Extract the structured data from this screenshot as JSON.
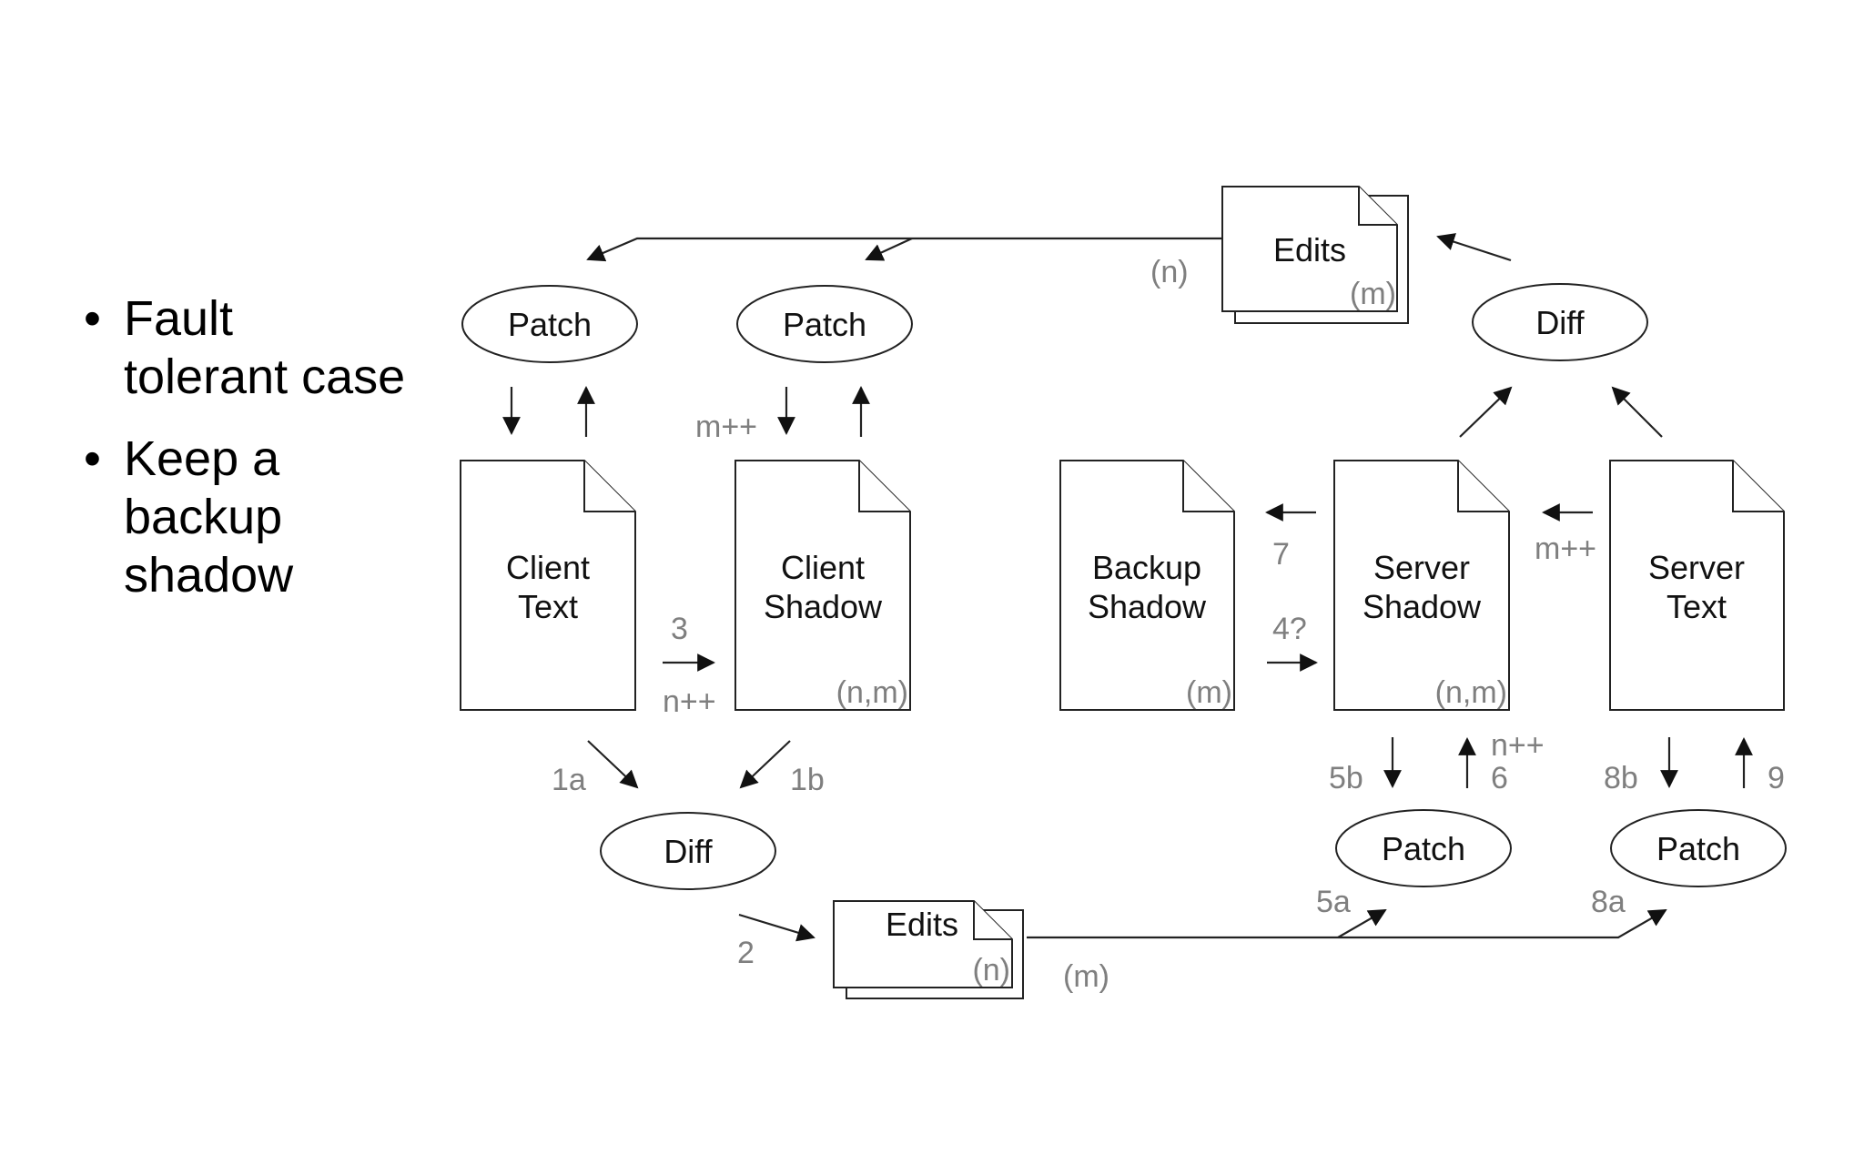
{
  "bullets": [
    {
      "text": "Fault\ntolerant case"
    },
    {
      "text": "Keep a\nbackup\nshadow"
    }
  ],
  "diagram": {
    "ellipses": {
      "patch_client_text": "Patch",
      "patch_client_shadow": "Patch",
      "diff_top": "Diff",
      "diff_bottom": "Diff",
      "patch_server_shadow": "Patch",
      "patch_server_text": "Patch"
    },
    "documents": {
      "client_text": [
        "Client",
        "Text"
      ],
      "client_shadow": [
        "Client",
        "Shadow"
      ],
      "client_shadow_version": "(n,m)",
      "backup_shadow": [
        "Backup",
        "Shadow"
      ],
      "backup_shadow_version": "(m)",
      "server_shadow": [
        "Server",
        "Shadow"
      ],
      "server_shadow_version": "(n,m)",
      "server_text": [
        "Server",
        "Text"
      ],
      "server_text_version": "",
      "edits_top": "Edits",
      "edits_top_version": "(m)",
      "edits_bottom": "Edits",
      "edits_bottom_version": "(n)"
    },
    "labels": {
      "n_top": "(n)",
      "m_bottom": "(m)",
      "step_1a": "1a",
      "step_1b": "1b",
      "step_2": "2",
      "step_3": "3",
      "n_inc_3": "n++",
      "m_inc_client": "m++",
      "step_4": "4?",
      "step_5a": "5a",
      "step_5b": "5b",
      "step_6": "6",
      "n_inc_6": "n++",
      "step_7": "7",
      "m_inc_server": "m++",
      "step_8a": "8a",
      "step_8b": "8b",
      "step_9": "9"
    }
  }
}
